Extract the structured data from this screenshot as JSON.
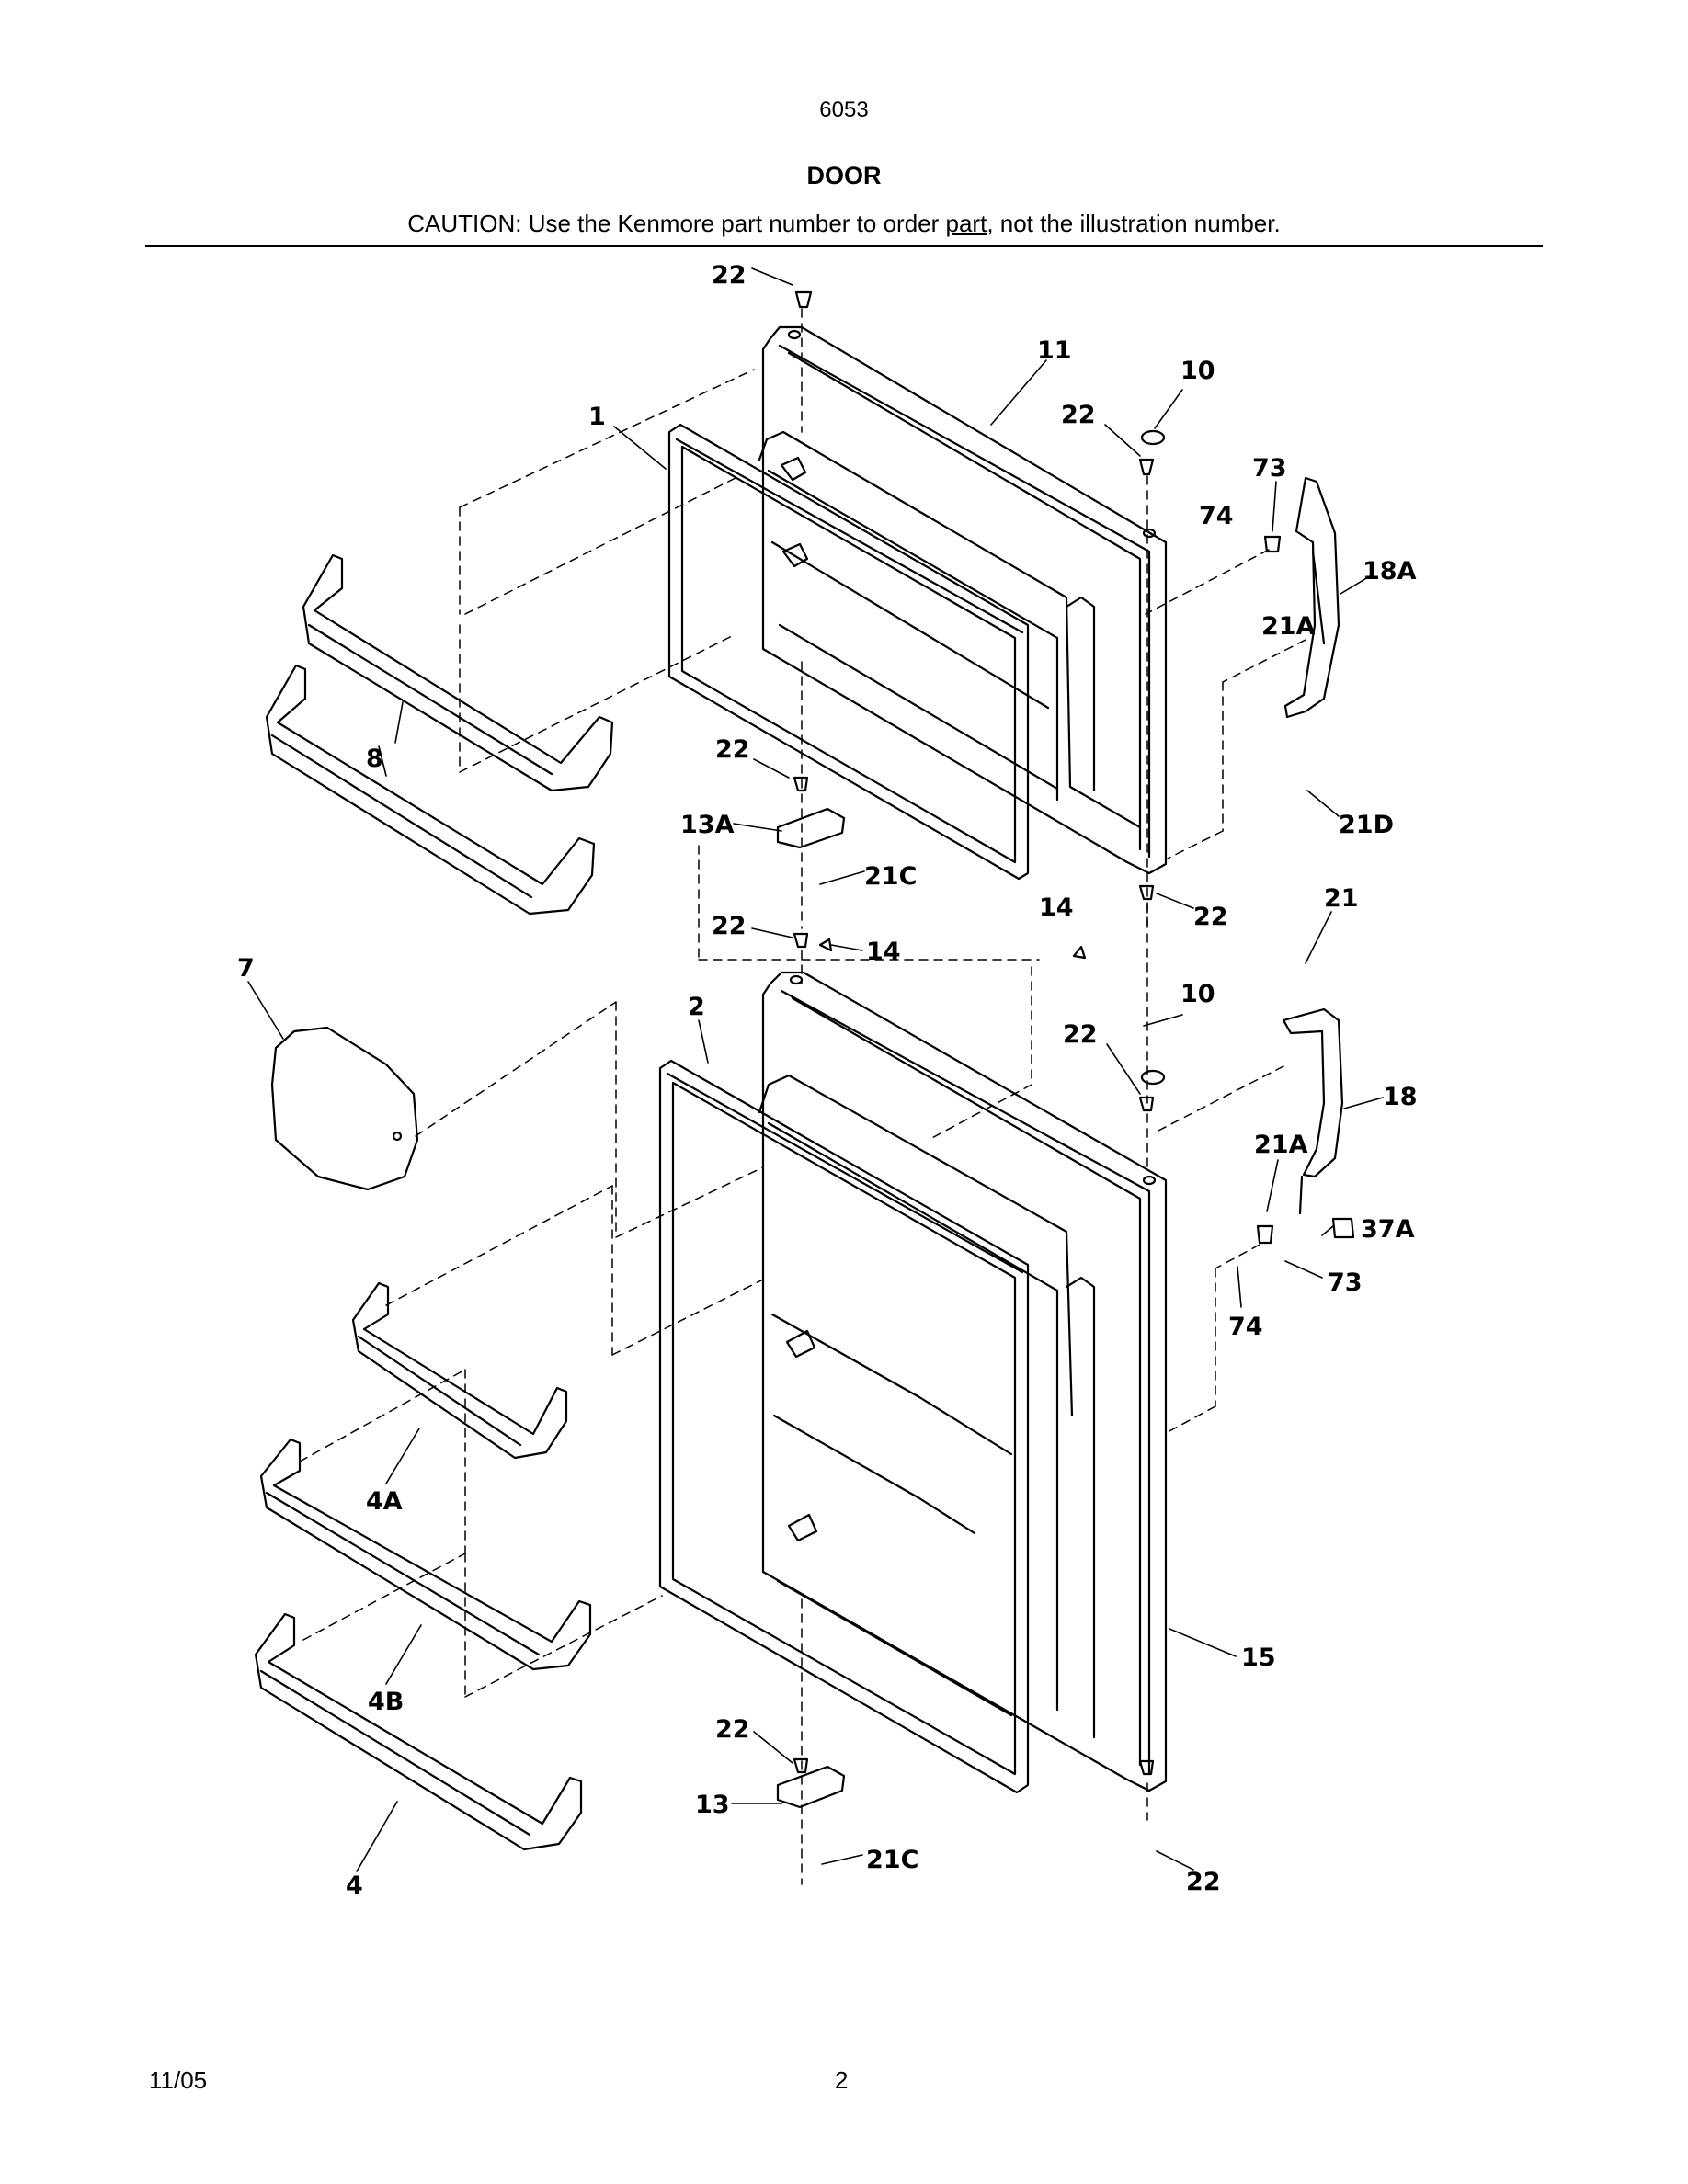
{
  "header": {
    "model_number": "6053",
    "section_title": "DOOR",
    "caution_prefix": "CAUTION: Use the Kenmore part number to order ",
    "caution_underlined": "part",
    "caution_suffix": ", not the illustration number."
  },
  "footer": {
    "date": "11/05",
    "page_number": "2"
  },
  "callouts": [
    {
      "id": "c22a",
      "text": "22"
    },
    {
      "id": "c11",
      "text": "11"
    },
    {
      "id": "c10a",
      "text": "10"
    },
    {
      "id": "c22b",
      "text": "22"
    },
    {
      "id": "c1",
      "text": "1"
    },
    {
      "id": "c73a",
      "text": "73"
    },
    {
      "id": "c74a",
      "text": "74"
    },
    {
      "id": "c18A",
      "text": "18A"
    },
    {
      "id": "c21A1",
      "text": "21A"
    },
    {
      "id": "c8",
      "text": "8"
    },
    {
      "id": "c22c",
      "text": "22"
    },
    {
      "id": "c13A",
      "text": "13A"
    },
    {
      "id": "c21C1",
      "text": "21C"
    },
    {
      "id": "c21D",
      "text": "21D"
    },
    {
      "id": "c14a",
      "text": "14"
    },
    {
      "id": "c22d",
      "text": "22"
    },
    {
      "id": "c22e",
      "text": "22"
    },
    {
      "id": "c14b",
      "text": "14"
    },
    {
      "id": "c21",
      "text": "21"
    },
    {
      "id": "c7",
      "text": "7"
    },
    {
      "id": "c2",
      "text": "2"
    },
    {
      "id": "c10b",
      "text": "10"
    },
    {
      "id": "c22f",
      "text": "22"
    },
    {
      "id": "c18",
      "text": "18"
    },
    {
      "id": "c21A2",
      "text": "21A"
    },
    {
      "id": "c37A",
      "text": "37A"
    },
    {
      "id": "c73b",
      "text": "73"
    },
    {
      "id": "c74b",
      "text": "74"
    },
    {
      "id": "c4A",
      "text": "4A"
    },
    {
      "id": "c4B",
      "text": "4B"
    },
    {
      "id": "c15",
      "text": "15"
    },
    {
      "id": "c22g",
      "text": "22"
    },
    {
      "id": "c13",
      "text": "13"
    },
    {
      "id": "c21C2",
      "text": "21C"
    },
    {
      "id": "c4",
      "text": "4"
    },
    {
      "id": "c22h",
      "text": "22"
    }
  ]
}
